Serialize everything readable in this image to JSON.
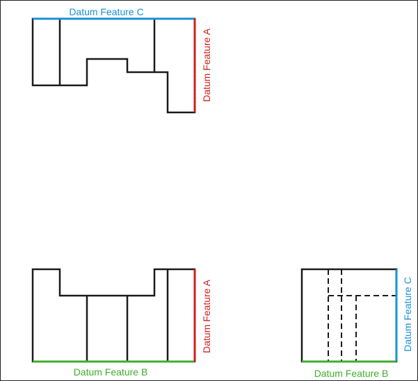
{
  "colors": {
    "outline": "#1a1a1a",
    "datum_a": "#d11c1c",
    "datum_b": "#3dae2b",
    "datum_c": "#1a8fd6",
    "background": "#ffffff"
  },
  "top_view": {
    "top_label": "Datum Feature C",
    "right_label": "Datum Feature A"
  },
  "front_view": {
    "right_label": "Datum Feature A",
    "bottom_label": "Datum Feature B"
  },
  "side_view": {
    "right_label": "Datum Feature C",
    "bottom_label": "Datum Feature B"
  }
}
